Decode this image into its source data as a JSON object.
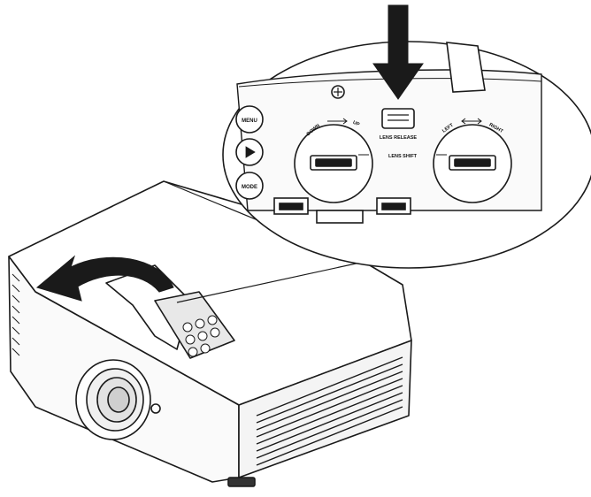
{
  "labels": {
    "menu": "MENU",
    "mode": "MODE",
    "down": "DOWN",
    "up": "UP",
    "left": "LEFT",
    "right": "RIGHT",
    "lens_release": "LENS RELEASE",
    "lens_shift": "LENS SHIFT"
  },
  "icons": {
    "indicator_arrow": "down-arrow-icon",
    "rotate_arrow": "curved-arrow-icon",
    "play": "play-icon",
    "screw": "screw-icon"
  },
  "colors": {
    "line": "#1a1a1a",
    "fill": "#ffffff",
    "shade": "#d9d9d9"
  }
}
